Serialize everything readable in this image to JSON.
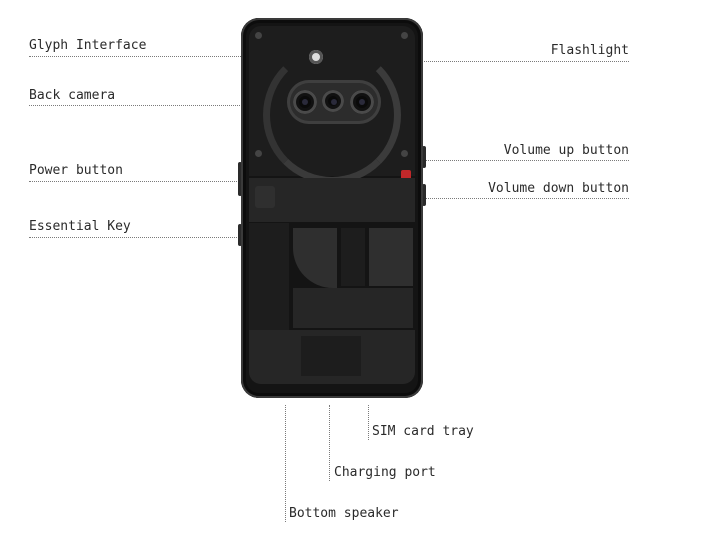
{
  "labels": {
    "glyph_interface": "Glyph Interface",
    "back_camera": "Back camera",
    "power_button": "Power button",
    "essential_key": "Essential Key",
    "flashlight": "Flashlight",
    "volume_up": "Volume up button",
    "volume_down": "Volume down button",
    "sim_tray": "SIM card tray",
    "charging_port": "Charging port",
    "bottom_speaker": "Bottom speaker"
  },
  "colors": {
    "phone_body": "#141414",
    "accent_red": "#c0282a",
    "leader_line": "#7a7a7a"
  },
  "icons": [
    "flash-led-icon",
    "camera-lens-icon"
  ]
}
